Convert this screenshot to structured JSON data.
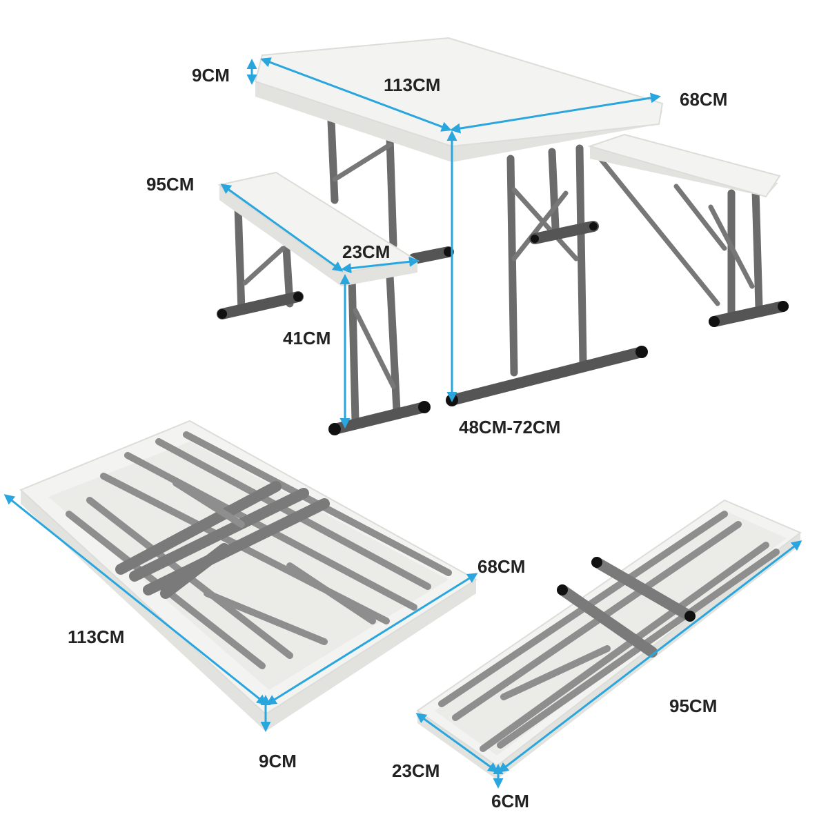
{
  "dimensions": {
    "table_thickness": "9CM",
    "table_length": "113CM",
    "table_width": "68CM",
    "bench_length": "95CM",
    "bench_width": "23CM",
    "bench_height": "41CM",
    "table_height": "48CM-72CM",
    "folded_table_width": "68CM",
    "folded_table_length": "113CM",
    "folded_table_thickness": "9CM",
    "folded_bench_length": "95CM",
    "folded_bench_width": "23CM",
    "folded_bench_thickness": "6CM"
  },
  "colors": {
    "dimension_line": "#2aa6de",
    "frame": "#6b6b6b",
    "tabletop": "#f3f3f1",
    "text": "#222222"
  }
}
